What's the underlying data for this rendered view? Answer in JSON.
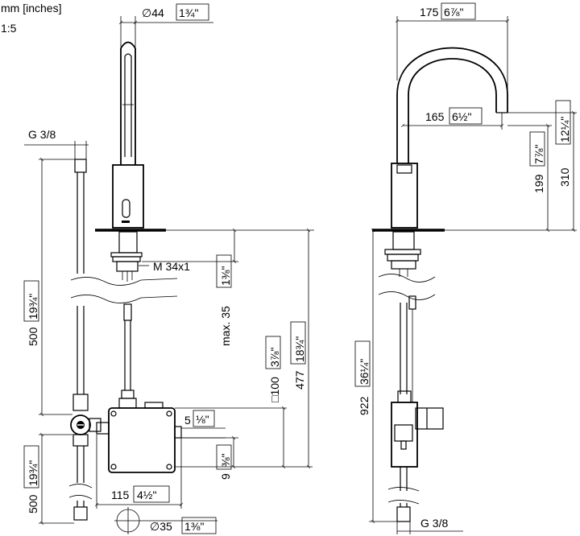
{
  "header": {
    "units": "mm [inches]",
    "scale": "1:5"
  },
  "left_view": {
    "dims": {
      "spout_diameter": "∅44",
      "spout_diameter_in": "1¾\"",
      "inlet_thread": "G 3/8",
      "hose_length_upper": "500",
      "hose_length_upper_in": "19¾\"",
      "hose_length_lower": "500",
      "hose_length_lower_in": "19¾\"",
      "mount_thread": "M 34x1",
      "deck_thickness": "max. 35",
      "deck_thickness_in": "1⅜\"",
      "box_size": "□100",
      "box_size_in": "3⅞\"",
      "total_below": "477",
      "total_below_in": "18¾\"",
      "box_offset": "5",
      "box_offset_in": "⅛\"",
      "box_bottom": "9",
      "box_bottom_in": "⅜\"",
      "box_width": "115",
      "box_width_in": "4½\"",
      "hole_diameter": "∅35",
      "hole_diameter_in": "1⅜\""
    }
  },
  "right_view": {
    "dims": {
      "reach": "175",
      "reach_in": "6⅞\"",
      "reach_inner": "165",
      "reach_inner_in": "6½\"",
      "spout_height": "199",
      "spout_height_in": "7⅞\"",
      "total_height": "310",
      "total_height_in": "12¼\"",
      "hose_total": "922",
      "hose_total_in": "36¼\"",
      "inlet_thread": "G 3/8"
    }
  }
}
